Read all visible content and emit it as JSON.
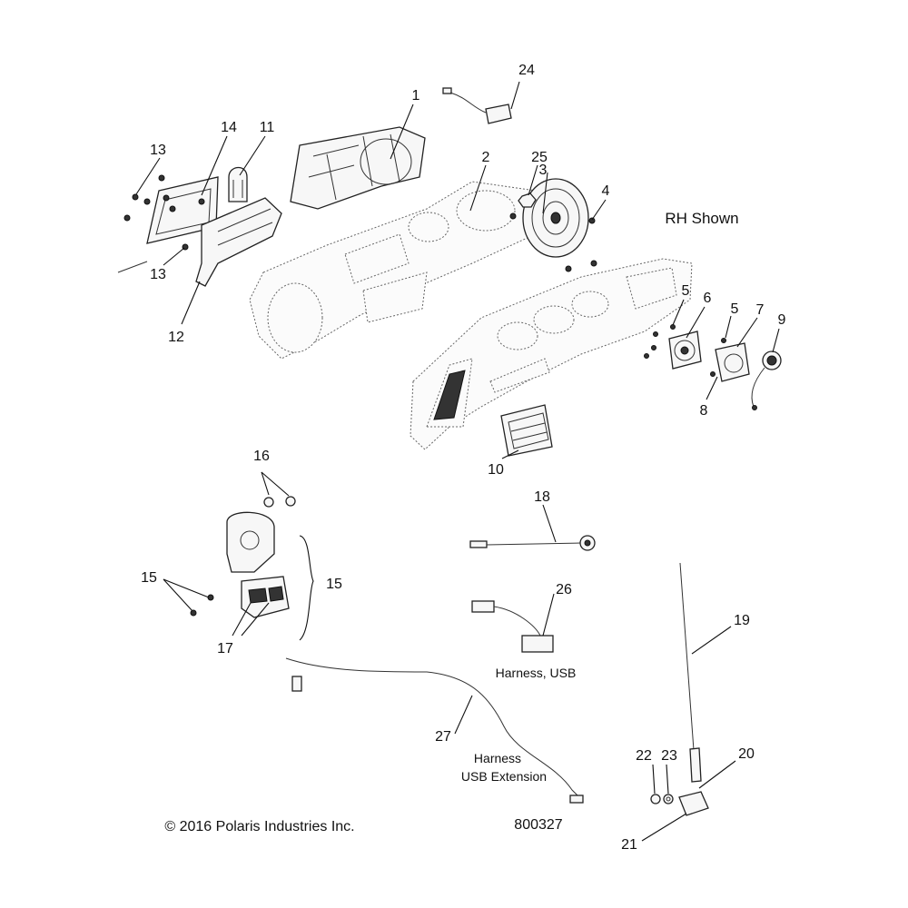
{
  "callouts": [
    "1",
    "2",
    "3",
    "4",
    "5",
    "5",
    "6",
    "7",
    "8",
    "9",
    "10",
    "11",
    "12",
    "13",
    "13",
    "14",
    "15",
    "15",
    "16",
    "17",
    "18",
    "19",
    "20",
    "21",
    "22",
    "23",
    "24",
    "25",
    "26",
    "27"
  ],
  "notes": {
    "rh_shown": "RH Shown",
    "harness_usb": "Harness, USB",
    "harness_ext_line1": "Harness",
    "harness_ext_line2": "USB Extension"
  },
  "footer": {
    "copyright": "© 2016 Polaris Industries Inc.",
    "diagram_number": "800327"
  }
}
